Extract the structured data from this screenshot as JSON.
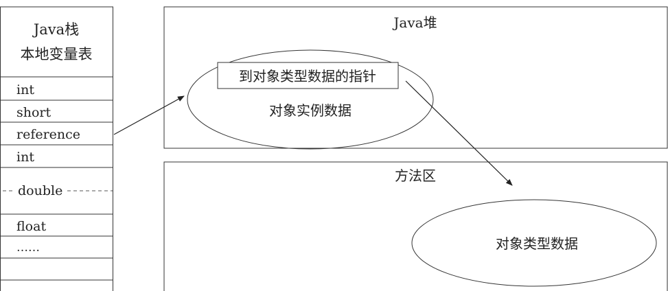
{
  "stack": {
    "title": "Java栈",
    "subtitle": "本地变量表",
    "slots": [
      "int",
      "short",
      "reference",
      "int",
      "double",
      "float",
      "……",
      "",
      ""
    ]
  },
  "heap": {
    "title": "Java堆",
    "pointer_label": "到对象类型数据的指针",
    "instance_label": "对象实例数据"
  },
  "method_area": {
    "title": "方法区",
    "type_data_label": "对象类型数据"
  }
}
